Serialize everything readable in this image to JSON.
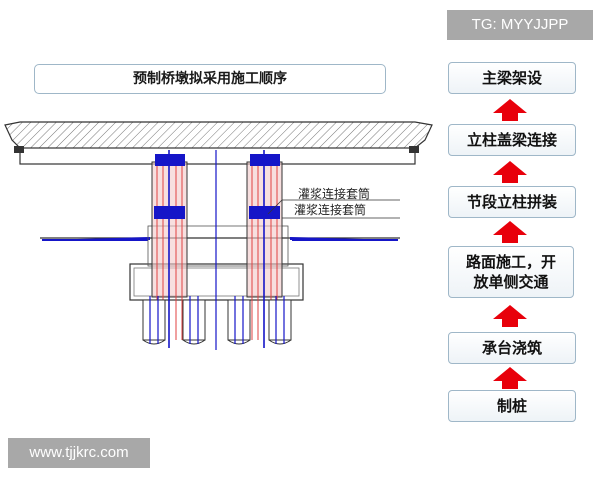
{
  "diagram": {
    "title": "预制桥墩拟采用施工顺序",
    "annotation_upper": "灌浆连接套筒",
    "annotation_lower": "灌浆连接套筒"
  },
  "steps": [
    {
      "label": "主梁架设"
    },
    {
      "label": "立柱盖梁连接"
    },
    {
      "label": "节段立柱拼装"
    },
    {
      "label": "路面施工，开放单侧交通"
    },
    {
      "label": "承台浇筑"
    },
    {
      "label": "制桩"
    }
  ],
  "watermarks": {
    "top": "TG: MYYJJPP",
    "bottom": "www.tjjkrc.com"
  },
  "colors": {
    "arrow": "#e8000b",
    "box_border": "#9fb7c8",
    "drawing_line": "#333333",
    "sleeve_blue": "#1515c8",
    "rebar_red": "#e04040",
    "column_fill": "#f2c9c9"
  }
}
